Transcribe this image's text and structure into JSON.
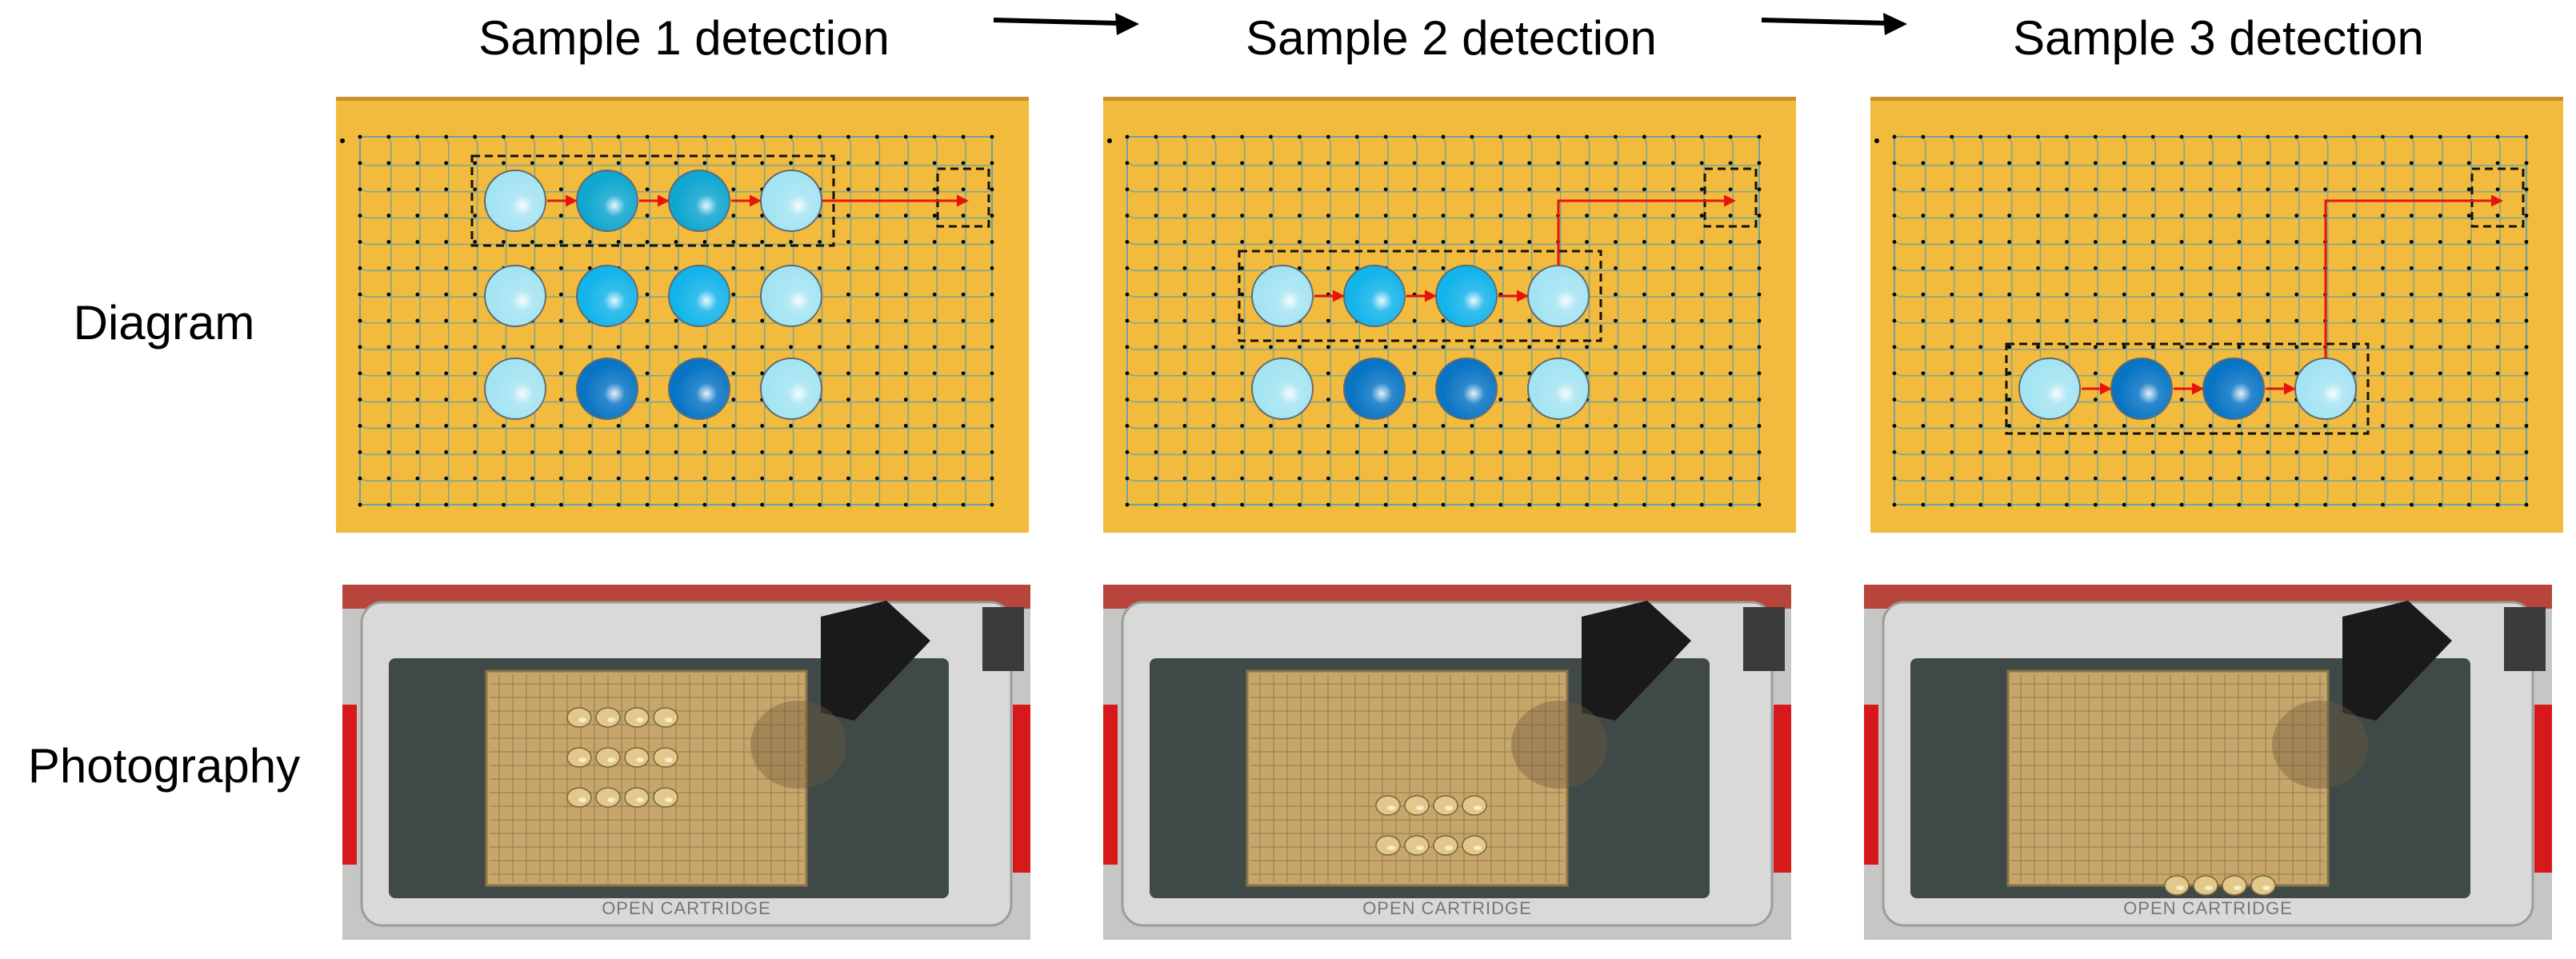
{
  "columns": [
    {
      "title": "Sample 1 detection",
      "active_row": 0,
      "chip_colors": [
        [
          "#a4e4f2",
          "#0fa6cf",
          "#0fa6cf",
          "#a4e4f2"
        ],
        [
          "#a4e4f2",
          "#12b4ea",
          "#12b4ea",
          "#a4e4f2"
        ],
        [
          "#a4e4f2",
          "#0874c4",
          "#0874c4",
          "#a4e4f2"
        ]
      ]
    },
    {
      "title": "Sample 2 detection",
      "active_row": 1,
      "chip_colors": [
        [],
        [
          "#a4e4f2",
          "#12b4ea",
          "#12b4ea",
          "#a4e4f2"
        ],
        [
          "#a4e4f2",
          "#0874c4",
          "#0874c4",
          "#a4e4f2"
        ]
      ]
    },
    {
      "title": "Sample 3 detection",
      "active_row": 2,
      "chip_colors": [
        [],
        [],
        [
          "#a4e4f2",
          "#0874c4",
          "#0874c4",
          "#a4e4f2"
        ]
      ]
    }
  ],
  "rows": {
    "diagram": "Diagram",
    "photography": "Photography"
  },
  "photo_caption": "OPEN CARTRIDGE",
  "colors": {
    "board": "#f2bb3d",
    "trace": "#6ba3a3",
    "path_arrow": "#e8140c",
    "chip_light": "#a4e4f2"
  }
}
